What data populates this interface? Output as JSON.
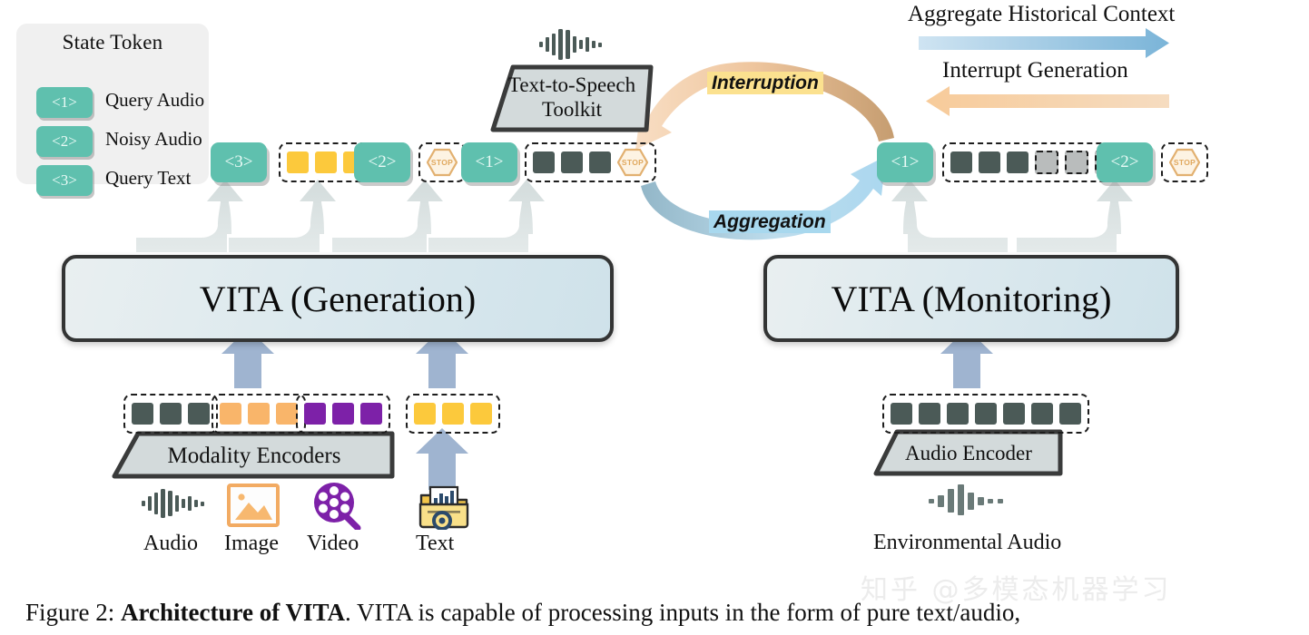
{
  "legend": {
    "title": "State Token",
    "items": [
      {
        "token": "<1>",
        "label": "Query Audio"
      },
      {
        "token": "<2>",
        "label": "Noisy Audio"
      },
      {
        "token": "<3>",
        "label": "Query Text"
      }
    ]
  },
  "generation": {
    "model_label": "VITA (Generation)",
    "encoder_label": "Modality Encoders",
    "sequence": [
      {
        "type": "state",
        "text": "<3>"
      },
      {
        "type": "group",
        "squares": [
          "yellow",
          "yellow",
          "yellow"
        ]
      },
      {
        "type": "state",
        "text": "<2>"
      },
      {
        "type": "group",
        "squares": [
          "stop"
        ]
      },
      {
        "type": "state",
        "text": "<1>"
      },
      {
        "type": "group",
        "squares": [
          "dark",
          "dark",
          "dark",
          "stop"
        ]
      }
    ],
    "input_groups": [
      {
        "squares": [
          "dark",
          "dark",
          "dark"
        ]
      },
      {
        "squares": [
          "orange",
          "orange",
          "orange"
        ]
      },
      {
        "squares": [
          "purple",
          "purple",
          "purple"
        ]
      },
      {
        "squares": [
          "yellow",
          "yellow",
          "yellow"
        ]
      }
    ],
    "modalities": [
      {
        "icon": "audio-waveform-icon",
        "label": "Audio"
      },
      {
        "icon": "image-picture-icon",
        "label": "Image"
      },
      {
        "icon": "video-reel-icon",
        "label": "Video"
      },
      {
        "icon": "text-folder-icon",
        "label": "Text"
      }
    ]
  },
  "monitoring": {
    "model_label": "VITA (Monitoring)",
    "encoder_label": "Audio Encoder",
    "sequence": [
      {
        "type": "state",
        "text": "<1>"
      },
      {
        "type": "group",
        "squares": [
          "dark",
          "dark",
          "dark",
          "grey",
          "grey",
          "grey"
        ]
      },
      {
        "type": "state",
        "text": "<2>"
      },
      {
        "type": "group",
        "squares": [
          "stop"
        ]
      }
    ],
    "input_group": {
      "squares": [
        "dark",
        "dark",
        "dark",
        "dark",
        "dark",
        "dark",
        "dark"
      ]
    },
    "input_icon": "audio-waveform-icon",
    "input_label": "Environmental Audio"
  },
  "tts": {
    "label_line1": "Text-to-Speech",
    "label_line2": "Toolkit",
    "icon": "audio-waveform-icon"
  },
  "flows": {
    "interruption": "Interruption",
    "aggregation": "Aggregation",
    "aggregate_context": "Aggregate Historical Context",
    "interrupt_generation": "Interrupt Generation"
  },
  "stop_token_text": "STOP",
  "watermark": "知乎 @多模态机器学习",
  "caption": {
    "prefix": "Figure 2: ",
    "bold": "Architecture of VITA",
    "rest": ". VITA is capable of processing inputs in the form of pure text/audio,"
  },
  "colors": {
    "state_token": "#5fc0ae",
    "dark_square": "#4b5a57",
    "yellow_square": "#fcc93c",
    "orange_square": "#f9b56a",
    "purple_square": "#7d21a8",
    "grey_square": "#b9bcbc",
    "highlight_yellow": "#fbe18f",
    "highlight_blue": "#a8d8ee",
    "arrow_blue": "#9fb4d0",
    "flow_tan": "#f3cfa8",
    "flow_blue": "#a9cfe4"
  }
}
